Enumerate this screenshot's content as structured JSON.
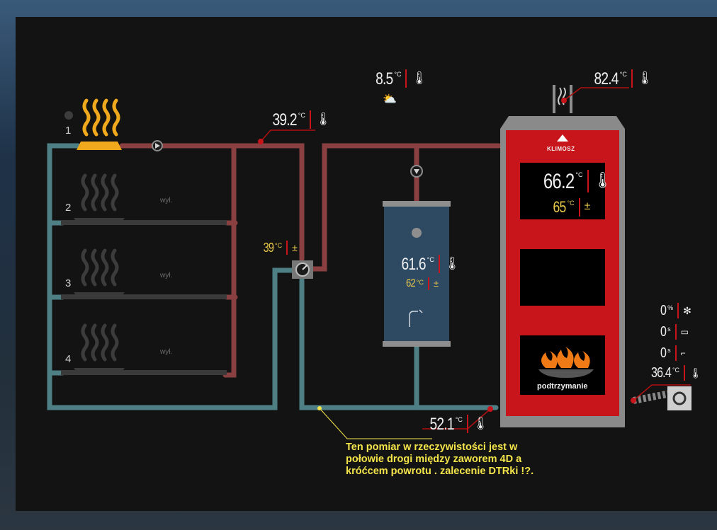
{
  "outdoor": {
    "temp": "8.5",
    "unit": "°C"
  },
  "flue": {
    "temp": "82.4",
    "unit": "°C"
  },
  "circuit": {
    "supply_temp": "39.2",
    "unit": "°C",
    "mixer_set": "39",
    "mixer_unit": "°C"
  },
  "circuits": [
    {
      "num": "1",
      "status": ""
    },
    {
      "num": "2",
      "status": "wył."
    },
    {
      "num": "3",
      "status": "wył."
    },
    {
      "num": "4",
      "status": "wył."
    }
  ],
  "tank": {
    "temp": "61.6",
    "unit": "°C",
    "set": "62",
    "set_unit": "°C"
  },
  "boiler": {
    "brand": "KLIMOSZ",
    "temp": "66.2",
    "unit": "°C",
    "set": "65",
    "set_unit": "°C",
    "mode": "podtrzymanie"
  },
  "return": {
    "temp": "52.1",
    "unit": "°C"
  },
  "feeder": {
    "fan": "0",
    "fan_unit": "%",
    "s1": "0",
    "s1_unit": "s",
    "s2": "0",
    "s2_unit": "s",
    "temp": "36.4",
    "temp_unit": "°C"
  },
  "annotation": {
    "text": "Ten pomiar w rzeczywistości jest w połowie drogi między zaworem 4D a króćcem powrotu . zalecenie DTRki !?."
  },
  "colors": {
    "supply": "#8a4040",
    "return": "#4d7f85",
    "boiler": "#c8151b",
    "tank": "#2e4a62",
    "accent": "#c8151b",
    "setpoint": "#e8c94a"
  }
}
